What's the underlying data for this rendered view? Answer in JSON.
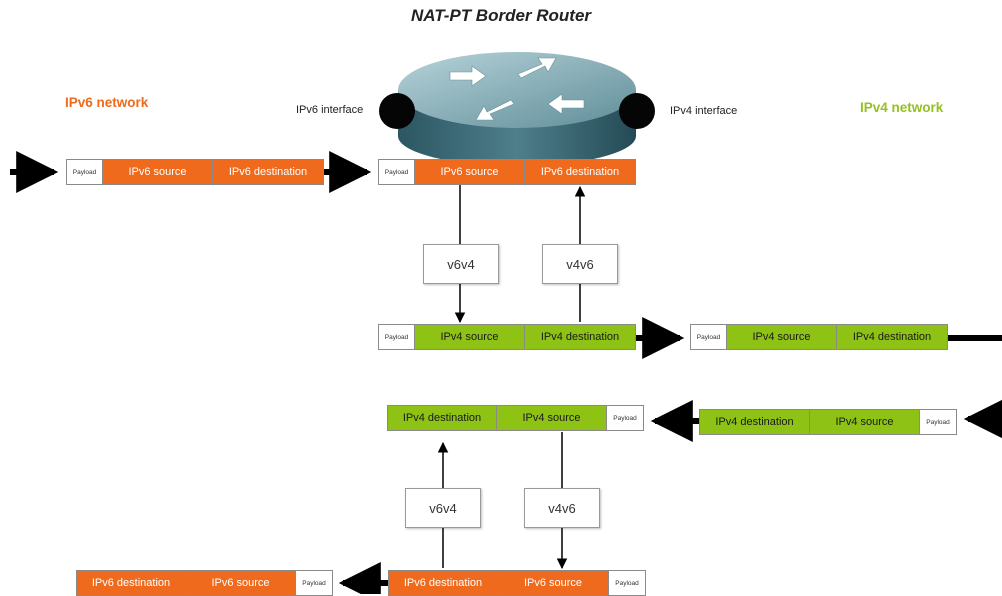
{
  "title": "NAT-PT Border Router",
  "networks": {
    "ipv6": "IPv6 network",
    "ipv4": "IPv4 network"
  },
  "interfaces": {
    "ipv6": "IPv6 interface",
    "ipv4": "IPv4 interface"
  },
  "fields": {
    "payload": "Payload",
    "ipv6_source": "IPv6 source",
    "ipv6_destination": "IPv6 destination",
    "ipv4_source": "IPv4 source",
    "ipv4_destination": "IPv4 destination"
  },
  "translators": {
    "v6v4": "v6v4",
    "v4v6": "v4v6"
  },
  "colors": {
    "ipv6": "#ef6a1c",
    "ipv4": "#8ec315",
    "ipv6_label": "#ee6a1c",
    "ipv4_label": "#95c11f"
  },
  "icons": [
    "router-icon",
    "interface-port-icon"
  ]
}
